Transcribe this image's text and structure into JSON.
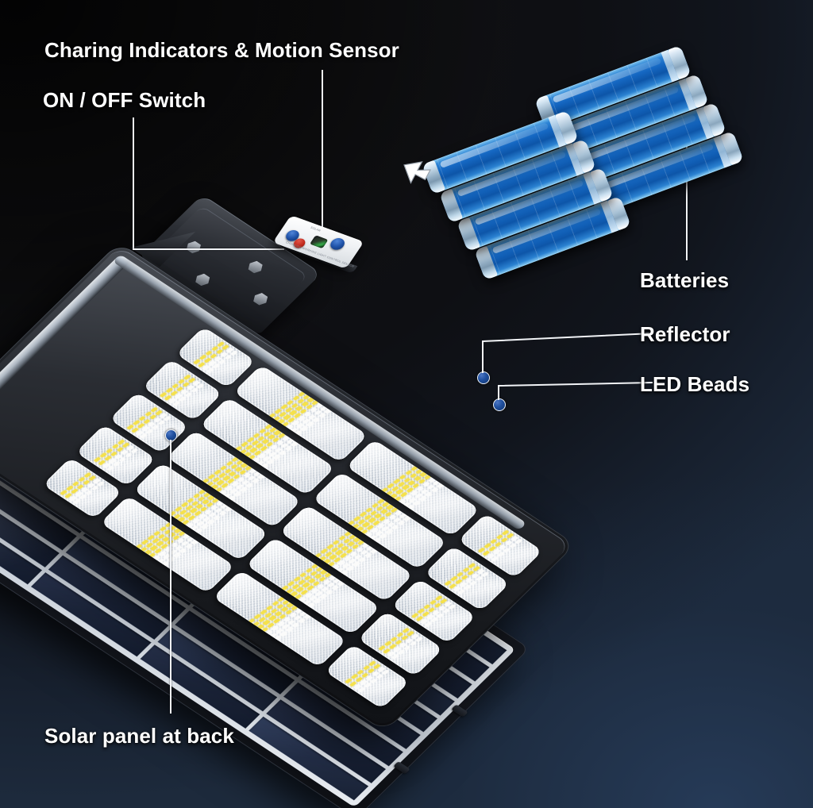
{
  "product": {
    "type": "solar-street-light-exploded-diagram",
    "background_colors": {
      "top_left": "#0e0e10",
      "bottom_right": "#1d2a3c",
      "accent_blue": "#1f52a8"
    }
  },
  "labels": {
    "charging_indicators": "Charing Indicators & Motion Sensor",
    "on_off_switch": "ON / OFF Switch",
    "batteries": "Batteries",
    "reflector": "Reflector",
    "led_beads": "LED Beads",
    "solar_panel": "Solar panel at back"
  },
  "callouts": [
    {
      "name": "charging-indicators",
      "label": "Charing Indicators & Motion Sensor",
      "target": "control-panel",
      "dot": false
    },
    {
      "name": "on-off-switch",
      "label": "ON / OFF Switch",
      "target": "control-panel",
      "dot": false
    },
    {
      "name": "batteries",
      "label": "Batteries",
      "target": "battery-pack",
      "dot": true
    },
    {
      "name": "reflector",
      "label": "Reflector",
      "target": "led-module-reflector",
      "dot": true
    },
    {
      "name": "led-beads",
      "label": "LED Beads",
      "target": "led-module-beads",
      "dot": true
    },
    {
      "name": "solar-panel",
      "label": "Solar panel at back",
      "target": "solar-panel",
      "dot": true
    }
  ],
  "components": {
    "battery_pack": {
      "name": "batteries",
      "cell_count": 8,
      "cell_color": "#1567c2",
      "arrow": "install-arrow-left"
    },
    "control_panel": {
      "name": "control-panel",
      "buttons": [
        "blue",
        "red",
        "blue"
      ],
      "sensor_window": "green",
      "body_color": "#ffffff"
    },
    "mounting_bracket": {
      "name": "mounting-bracket",
      "bolts": 4
    },
    "led_panel": {
      "name": "led-panel",
      "module_rows": 5,
      "module_columns": 4,
      "bead_colors": [
        "#fbfbfa",
        "#f5e14b"
      ]
    },
    "solar_panel": {
      "name": "solar-panel",
      "cell_rows": 9,
      "cell_columns": 4,
      "cell_color": "#1b2439",
      "frame_color": "#e8ecf1"
    }
  }
}
